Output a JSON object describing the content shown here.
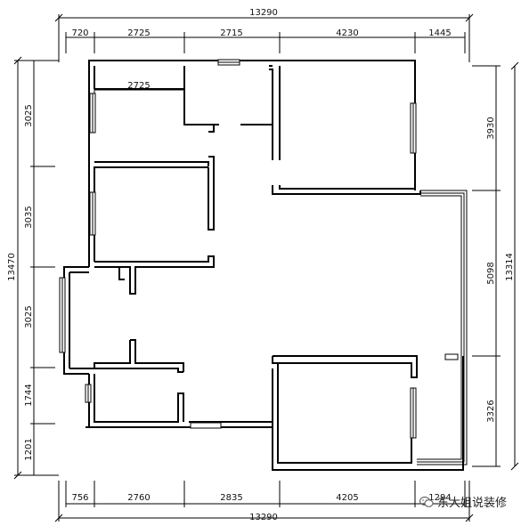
{
  "plan": {
    "top_total": "13290",
    "top_segments": [
      "720",
      "2725",
      "2715",
      "4230",
      "1445"
    ],
    "top_inner": "2725",
    "bottom_total": "13290",
    "bottom_segments": [
      "756",
      "2760",
      "2835",
      "4205",
      "1294"
    ],
    "left_total": "13470",
    "left_segments": [
      "3025",
      "3035",
      "3025",
      "1744",
      "1201"
    ],
    "right_total": "13314",
    "right_segments": [
      "3930",
      "5098",
      "3326"
    ]
  },
  "watermark": {
    "text": "东大姐说装修",
    "icon": "wechat-icon"
  }
}
